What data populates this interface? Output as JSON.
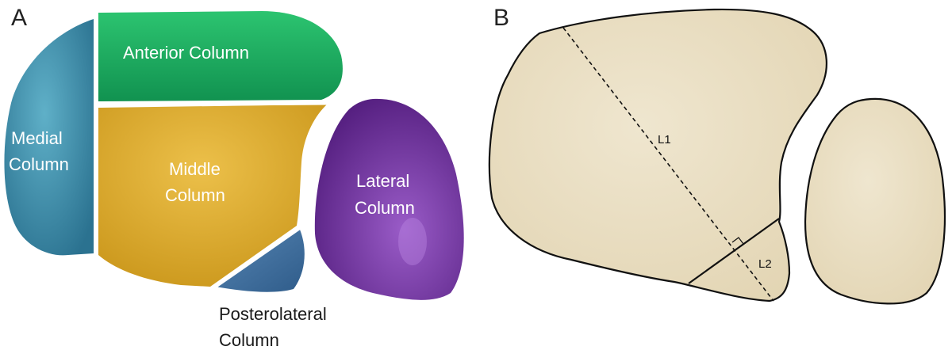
{
  "panel_a": {
    "letter": "A",
    "regions": {
      "medial": {
        "line1": "Medial",
        "line2": "Column",
        "color": "#3a8aa6"
      },
      "anterior": {
        "line1": "Anterior Column",
        "color": "#1fae5f"
      },
      "middle": {
        "line1": "Middle",
        "line2": "Column",
        "color": "#e0ae2c"
      },
      "lateral": {
        "line1": "Lateral",
        "line2": "Column",
        "color": "#6a2a96"
      },
      "posterolateral": {
        "line1": "Posterolateral",
        "line2": "Column",
        "color": "#3f6f9e"
      }
    }
  },
  "panel_b": {
    "letter": "B",
    "fill_color": "#e8dcc0",
    "measure_1": "L1",
    "measure_2": "L2"
  }
}
